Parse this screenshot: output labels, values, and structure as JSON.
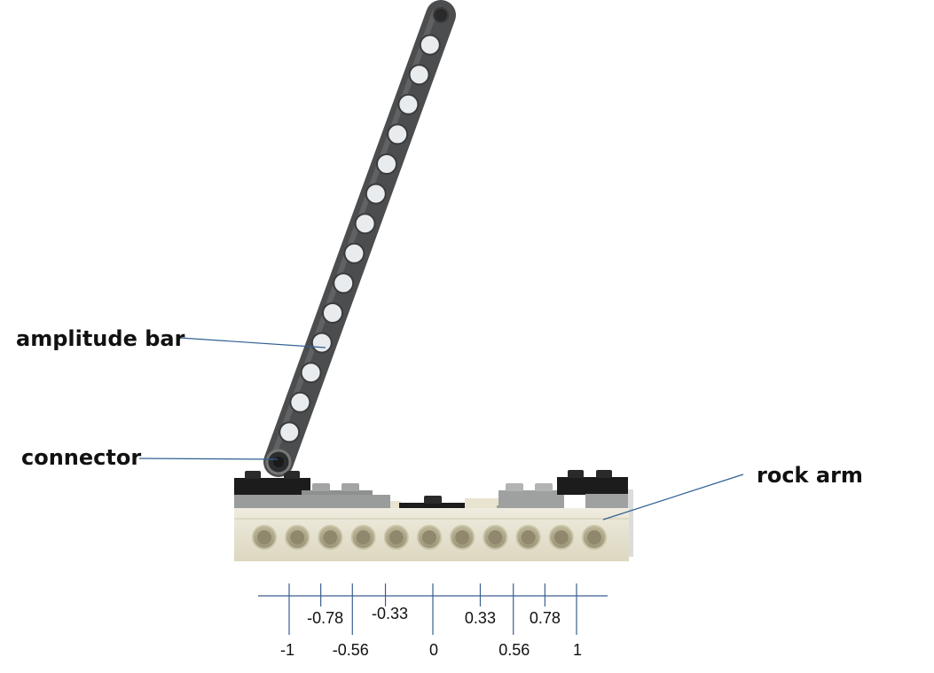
{
  "labels": {
    "amplitude_bar": "amplitude bar",
    "connector": "connector",
    "rock_arm": "rock arm"
  },
  "scale": {
    "ticks_upper": [
      {
        "value": -0.78,
        "label": "-0.78"
      },
      {
        "value": -0.33,
        "label": "-0.33"
      },
      {
        "value": 0.33,
        "label": "0.33"
      },
      {
        "value": 0.78,
        "label": "0.78"
      }
    ],
    "ticks_lower": [
      {
        "value": -1,
        "label": "-1"
      },
      {
        "value": -0.56,
        "label": "-0.56"
      },
      {
        "value": 0,
        "label": "0"
      },
      {
        "value": 0.56,
        "label": "0.56"
      },
      {
        "value": 1,
        "label": "1"
      }
    ]
  },
  "colors": {
    "callout_line": "#2f5f93",
    "axis_line": "#3a5f8f",
    "beam_dark": "#4b4d4e",
    "brick_tan": "#e6e2cd",
    "plate_gray": "#8e9090",
    "plate_black": "#1c1c1d"
  }
}
